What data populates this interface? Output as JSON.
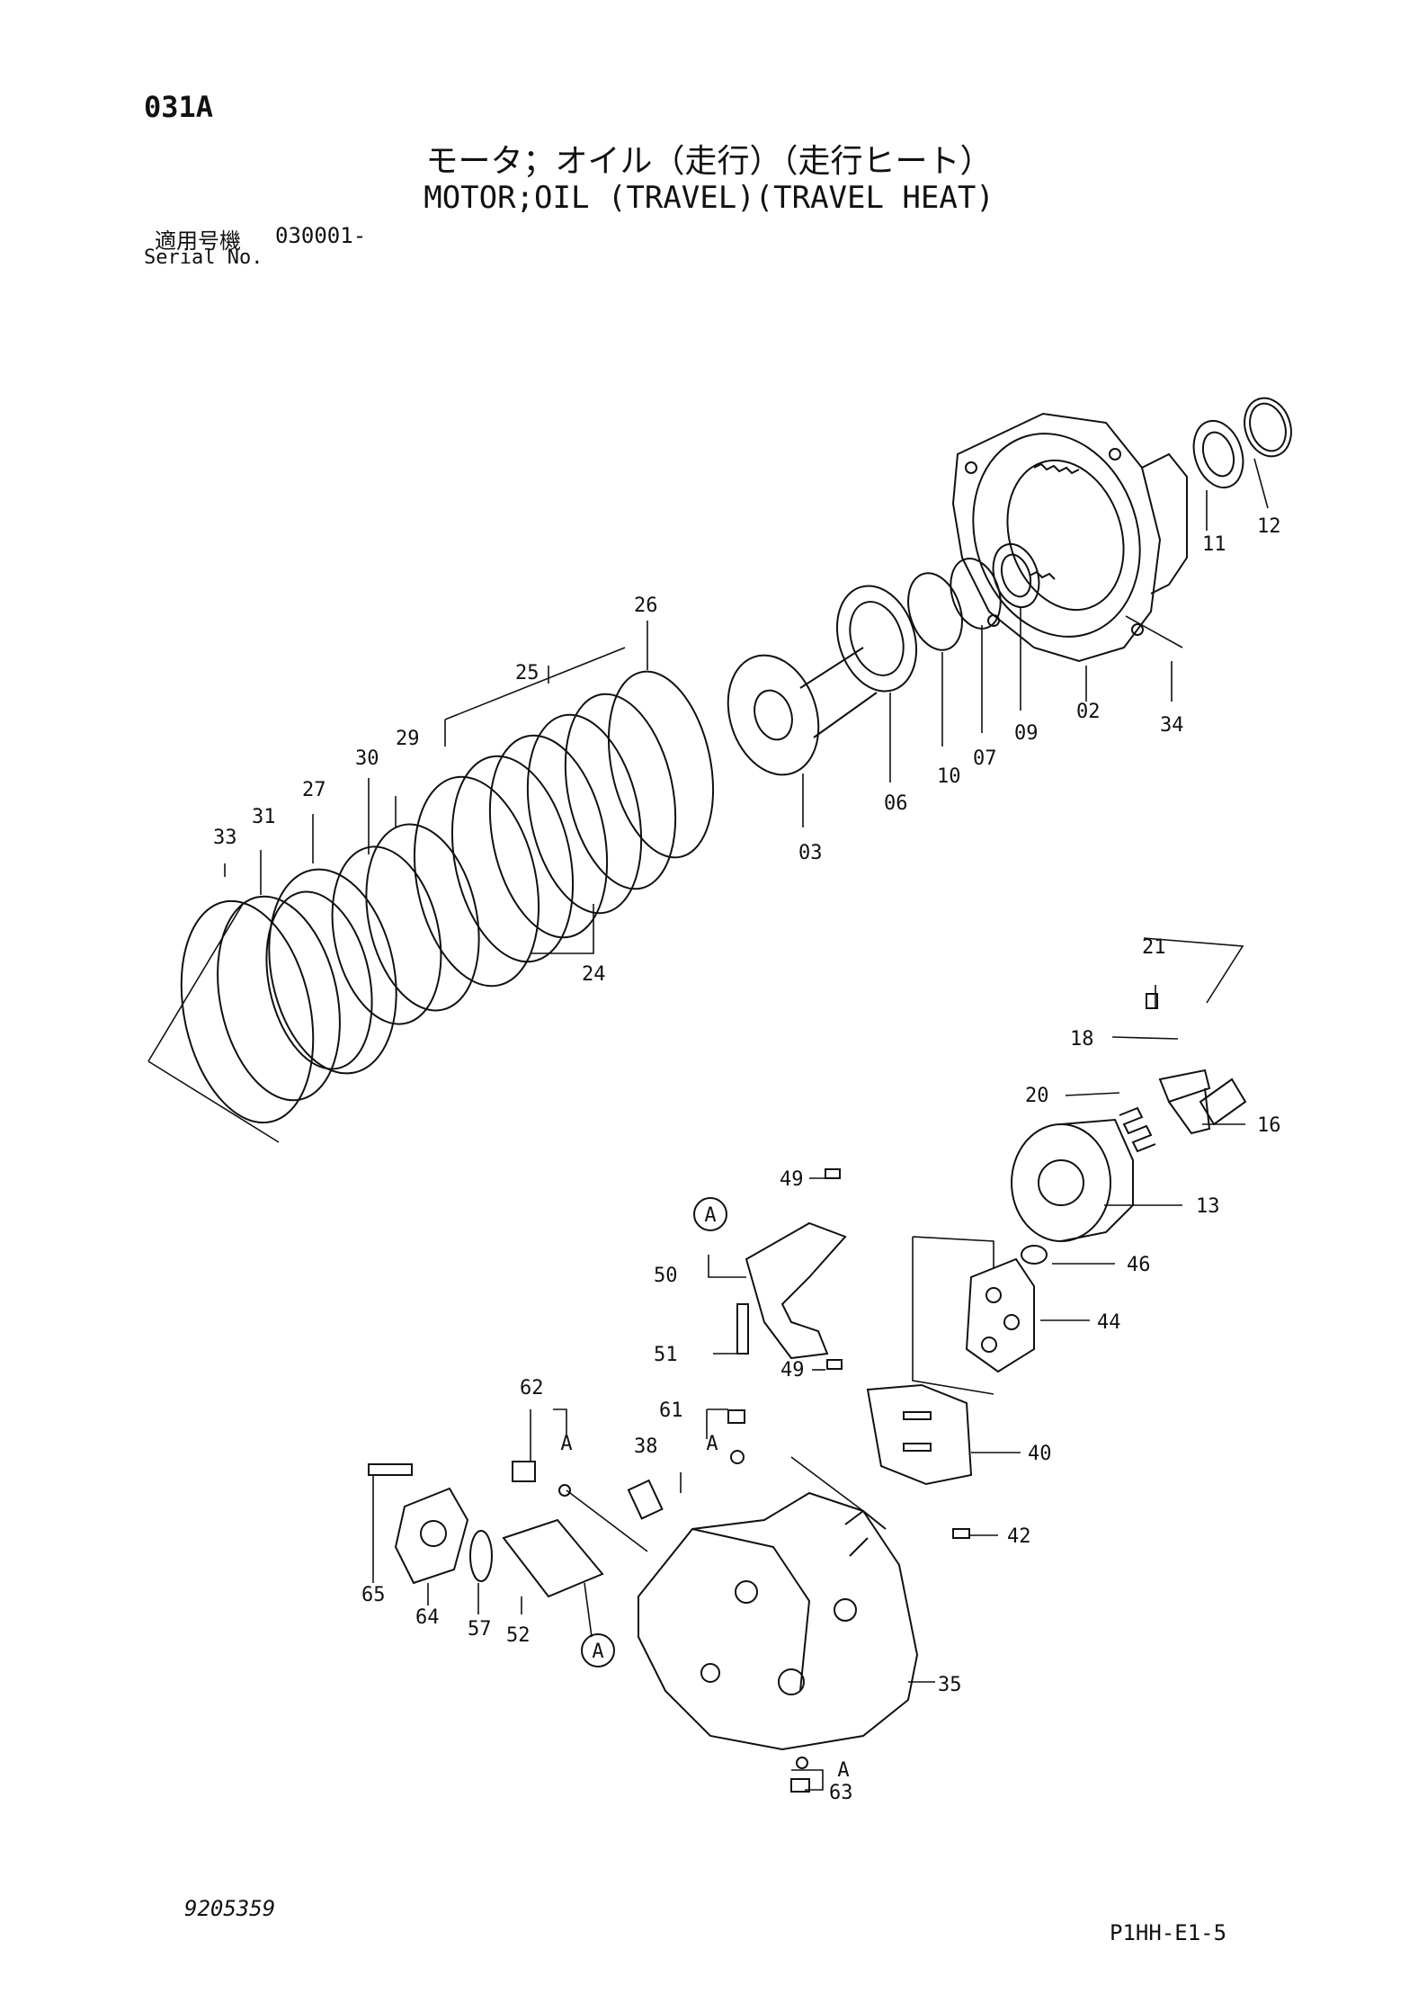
{
  "header": {
    "page_code": "031A",
    "title_jp": "モータ；オイル（走行）（走行ヒート）",
    "title_en": "MOTOR;OIL (TRAVEL)(TRAVEL HEAT)",
    "serial_label_jp": "適用号機",
    "serial_value": "030001-",
    "serial_label_en": "Serial No."
  },
  "footer": {
    "doc_number": "9205359",
    "sheet_ref": "P1HH-E1-5"
  },
  "callouts": {
    "p02": "02",
    "p03": "03",
    "p06": "06",
    "p07": "07",
    "p09": "09",
    "p10": "10",
    "p11": "11",
    "p12": "12",
    "p13": "13",
    "p16": "16",
    "p18": "18",
    "p20": "20",
    "p21": "21",
    "p24": "24",
    "p25": "25",
    "p26": "26",
    "p27": "27",
    "p29": "29",
    "p30": "30",
    "p31": "31",
    "p33": "33",
    "p34": "34",
    "p35": "35",
    "p38": "38",
    "p40": "40",
    "p42": "42",
    "p44": "44",
    "p46": "46",
    "p49a": "49",
    "p49b": "49",
    "p50": "50",
    "p51": "51",
    "p52": "52",
    "p57": "57",
    "p61": "61",
    "p62": "62",
    "p63": "63",
    "p64": "64",
    "p65": "65"
  },
  "refs": {
    "circle_a_top": "A",
    "circle_a_bottom": "A",
    "tag_a_62": "A",
    "tag_a_61": "A",
    "tag_a_63": "A"
  }
}
